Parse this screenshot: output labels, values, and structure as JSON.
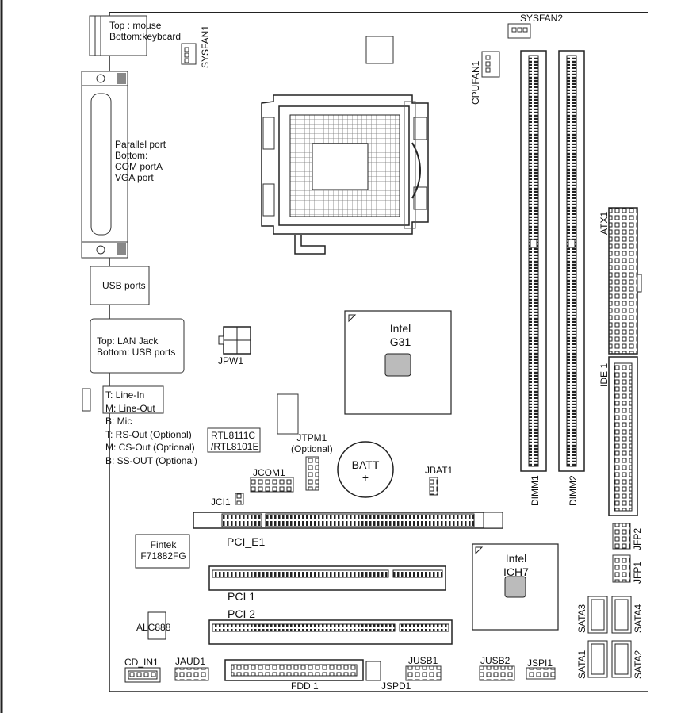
{
  "title": "",
  "ports": {
    "ps2": [
      "Top : mouse",
      "Bottom:keybcard"
    ],
    "parallel": [
      "Parallel port",
      "Bottom:",
      "COM portA",
      "VGA port"
    ],
    "usb": "USB ports",
    "lan": [
      "Top: LAN Jack",
      "Bottom: USB ports"
    ],
    "audio": [
      "T: Line-In",
      "M: Line-Out",
      "B: Mic",
      "T: RS-Out (Optional)",
      "M: CS-Out (Optional)",
      "B: SS-OUT (Optional)"
    ],
    "rtl": [
      "RTL8111C",
      "/RTL8101E"
    ]
  },
  "chips": {
    "northbridge": [
      "Intel",
      "G31"
    ],
    "southbridge": [
      "Intel",
      "ICH7"
    ],
    "superio": [
      "Fintek",
      "F71882FG"
    ],
    "codec": "ALC888",
    "battery": [
      "BATT",
      "+"
    ]
  },
  "labels": {
    "sysfan1": "SYSFAN1",
    "sysfan2": "SYSFAN2",
    "cpufan1": "CPUFAN1",
    "atx1": "ATX1",
    "ide1": "IDE 1",
    "dimm1": "DIMM1",
    "dimm2": "DIMM2",
    "jpw1": "JPW1",
    "jtpm1": [
      "JTPM1",
      "(Optional)"
    ],
    "jcom1": "JCOM1",
    "jbat1": "JBAT1",
    "jci1": "JCI1",
    "pcie1": "PCI_E1",
    "pci1": "PCI 1",
    "pci2": "PCI 2",
    "jfp2": "JFP2",
    "jfp1": "JFP1",
    "sata1": "SATA1",
    "sata2": "SATA2",
    "sata3": "SATA3",
    "sata4": "SATA4",
    "cd_in1": "CD_IN1",
    "jaud1": "JAUD1",
    "fdd1": "FDD 1",
    "jspd1": "JSPD1",
    "jusb1": "JUSB1",
    "jusb2": "JUSB2",
    "jspi1": "JSPI1"
  }
}
